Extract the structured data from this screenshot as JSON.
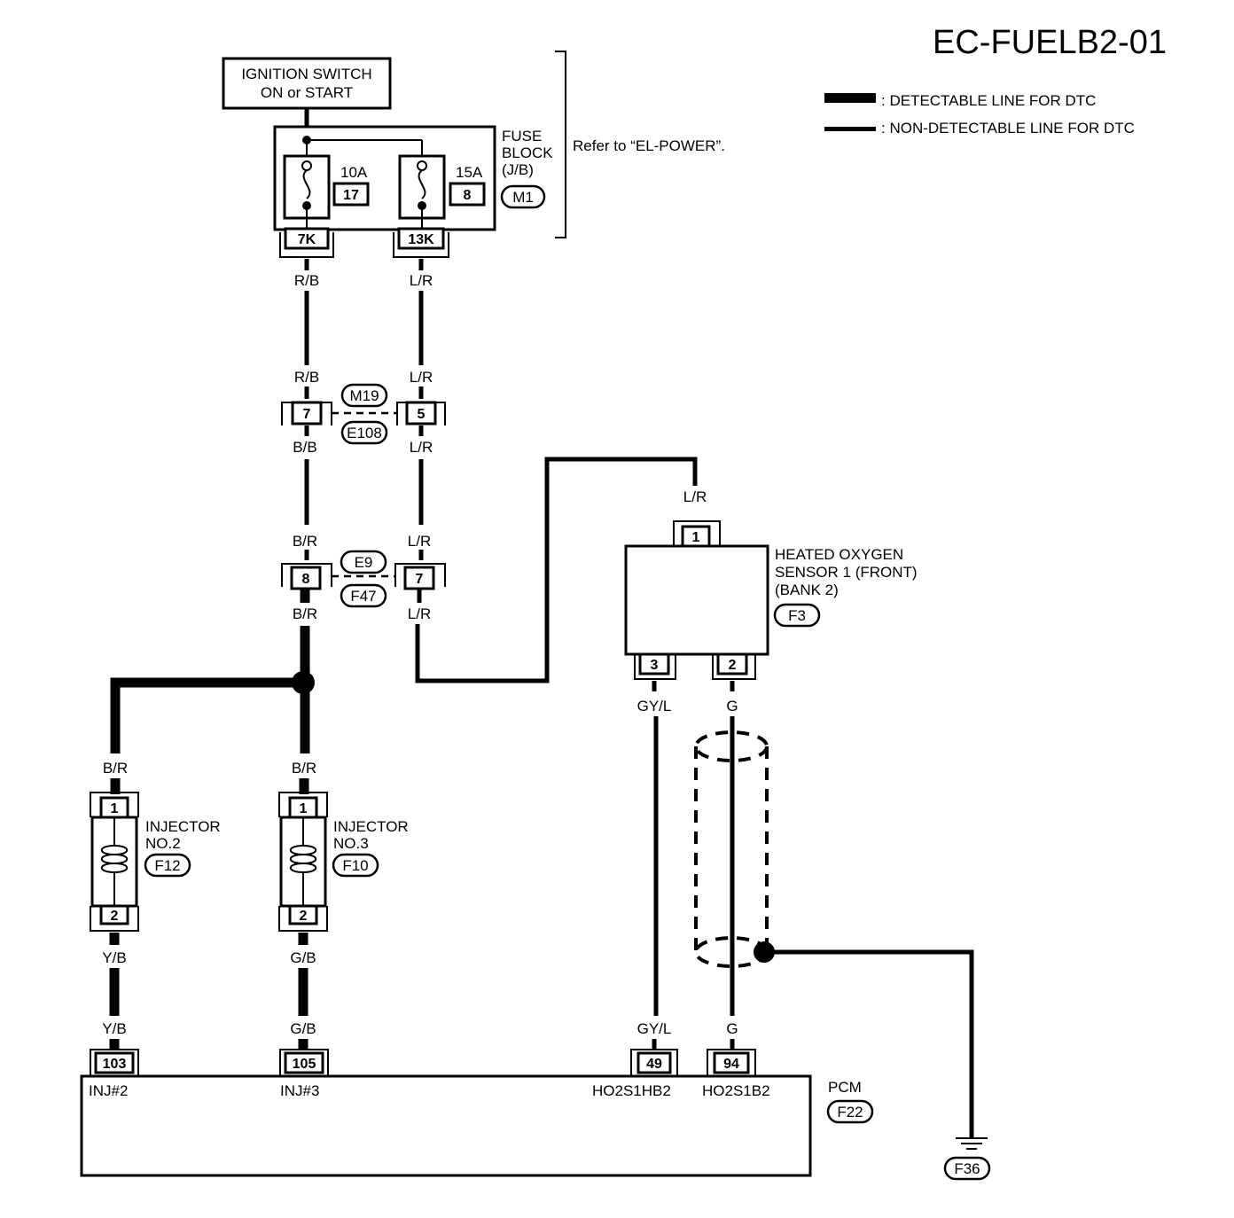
{
  "title": "EC-FUELB2-01",
  "legend": {
    "detectable": ": DETECTABLE LINE FOR DTC",
    "non_detectable": ": NON-DETECTABLE LINE FOR DTC"
  },
  "ignition": {
    "line1": "IGNITION SWITCH",
    "line2": "ON or START"
  },
  "fuse_block": {
    "line1": "FUSE",
    "line2": "BLOCK",
    "line3": "(J/B)",
    "connector": "M1",
    "note": "Refer to “EL-POWER”.",
    "fuse_a": {
      "rating": "10A",
      "number": "17",
      "terminal": "7K"
    },
    "fuse_b": {
      "rating": "15A",
      "number": "8",
      "terminal": "13K"
    }
  },
  "wires": {
    "rb": "R/B",
    "lr": "L/R",
    "bb": "B/B",
    "br": "B/R",
    "yb": "Y/B",
    "gb": "G/B",
    "gyl": "GY/L",
    "g": "G"
  },
  "joint1": {
    "top": "M19",
    "bottom": "E108",
    "pin_left": "7",
    "pin_right": "5"
  },
  "joint2": {
    "top": "E9",
    "bottom": "F47",
    "pin_left": "8",
    "pin_right": "7"
  },
  "sensor": {
    "line1": "HEATED OXYGEN",
    "line2": "SENSOR 1 (FRONT)",
    "line3": "(BANK 2)",
    "connector": "F3",
    "pin1": "1",
    "pin2": "2",
    "pin3": "3"
  },
  "injector2": {
    "line1": "INJECTOR",
    "line2": "NO.2",
    "connector": "F12",
    "pin1": "1",
    "pin2": "2"
  },
  "injector3": {
    "line1": "INJECTOR",
    "line2": "NO.3",
    "connector": "F10",
    "pin1": "1",
    "pin2": "2"
  },
  "pcm": {
    "name": "PCM",
    "connector": "F22",
    "pins": {
      "p103": "103",
      "p105": "105",
      "p49": "49",
      "p94": "94",
      "inj2": "INJ#2",
      "inj3": "INJ#3",
      "ho2s1hb2": "HO2S1HB2",
      "ho2s1b2": "HO2S1B2"
    }
  },
  "ground": {
    "connector": "F36"
  }
}
